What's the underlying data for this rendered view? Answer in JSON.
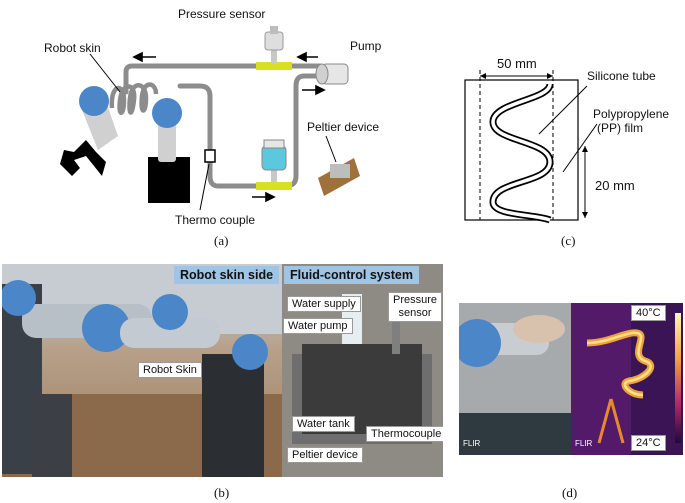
{
  "panel_a": {
    "labels": {
      "pressure_sensor": "Pressure sensor",
      "robot_skin": "Robot skin",
      "pump": "Pump",
      "peltier_device": "Peltier device",
      "thermo_couple": "Thermo couple"
    },
    "caption": "(a)"
  },
  "panel_b": {
    "headers": {
      "robot_side": "Robot skin side",
      "fluid_side": "Fluid-control system"
    },
    "labels": {
      "robot_skin": "Robot Skin",
      "water_supply": "Water supply",
      "water_pump": "Water pump",
      "pressure_sensor_line1": "Pressure",
      "pressure_sensor_line2": "sensor",
      "water_tank": "Water tank",
      "peltier_device": "Peltier device",
      "thermocouple": "Thermocouple"
    },
    "caption": "(b)"
  },
  "panel_c": {
    "labels": {
      "width": "50 mm",
      "silicone_tube": "Silicone tube",
      "pp_film_line1": "Polypropylene",
      "pp_film_line2": "(PP) film",
      "height": "20 mm"
    },
    "caption": "(c)"
  },
  "panel_d": {
    "labels": {
      "temp_high": "40°C",
      "temp_low": "24°C",
      "flir_left": "FLIR",
      "flir_right": "FLIR"
    },
    "caption": "(d)"
  },
  "colors": {
    "tube": "#8c8c8c",
    "robot_blue": "#4a86c8",
    "sensor_yellow": "#d9e021",
    "header_blue": "#9ec4e6",
    "peltier_wood": "#a0703a"
  }
}
